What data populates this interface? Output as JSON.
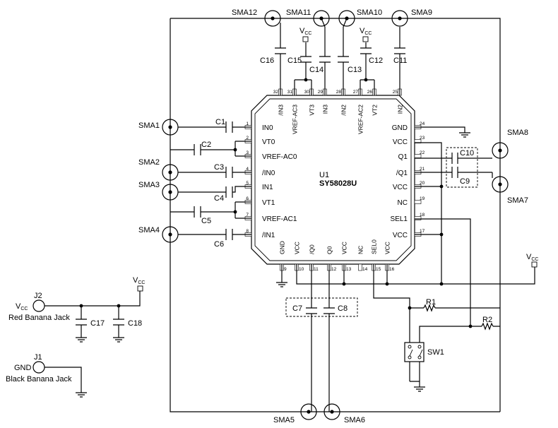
{
  "ic": {
    "ref": "U1",
    "part": "SY58028U"
  },
  "vcc_label": {
    "main": "V",
    "sub": "CC"
  },
  "left_pins": [
    {
      "num": "1",
      "name": "IN0"
    },
    {
      "num": "2",
      "name": "VT0"
    },
    {
      "num": "3",
      "name": "VREF-AC0"
    },
    {
      "num": "4",
      "name": "/IN0"
    },
    {
      "num": "5",
      "name": "IN1"
    },
    {
      "num": "6",
      "name": "VT1"
    },
    {
      "num": "7",
      "name": "VREF-AC1"
    },
    {
      "num": "8",
      "name": "/IN1"
    }
  ],
  "right_pins": [
    {
      "num": "24",
      "name": "GND"
    },
    {
      "num": "23",
      "name": "VCC"
    },
    {
      "num": "22",
      "name": "Q1"
    },
    {
      "num": "21",
      "name": "/Q1"
    },
    {
      "num": "20",
      "name": "VCC"
    },
    {
      "num": "19",
      "name": "NC"
    },
    {
      "num": "18",
      "name": "SEL1"
    },
    {
      "num": "17",
      "name": "VCC"
    }
  ],
  "top_pins": [
    {
      "num": "32",
      "name": "/IN3"
    },
    {
      "num": "31",
      "name": "VREF-AC3"
    },
    {
      "num": "30",
      "name": "VT3"
    },
    {
      "num": "29",
      "name": "IN3"
    },
    {
      "num": "28",
      "name": "/IN2"
    },
    {
      "num": "27",
      "name": "VREF-AC2"
    },
    {
      "num": "26",
      "name": "VT2"
    },
    {
      "num": "25",
      "name": "IN2"
    }
  ],
  "bottom_pins": [
    {
      "num": "9",
      "name": "GND"
    },
    {
      "num": "10",
      "name": "VCC"
    },
    {
      "num": "11",
      "name": "/Q0"
    },
    {
      "num": "12",
      "name": "Q0"
    },
    {
      "num": "13",
      "name": "VCC"
    },
    {
      "num": "14",
      "name": "NC"
    },
    {
      "num": "15",
      "name": "SEL0"
    },
    {
      "num": "16",
      "name": "VCC"
    }
  ],
  "connectors": {
    "sma1": "SMA1",
    "sma2": "SMA2",
    "sma3": "SMA3",
    "sma4": "SMA4",
    "sma5": "SMA5",
    "sma6": "SMA6",
    "sma7": "SMA7",
    "sma8": "SMA8",
    "sma9": "SMA9",
    "sma10": "SMA10",
    "sma11": "SMA11",
    "sma12": "SMA12"
  },
  "capacitors": {
    "c1": "C1",
    "c2": "C2",
    "c3": "C3",
    "c4": "C4",
    "c5": "C5",
    "c6": "C6",
    "c7": "C7",
    "c8": "C8",
    "c9": "C9",
    "c10": "C10",
    "c11": "C11",
    "c12": "C12",
    "c13": "C13",
    "c14": "C14",
    "c15": "C15",
    "c16": "C16",
    "c17": "C17",
    "c18": "C18"
  },
  "resistors": {
    "r1": "R1",
    "r2": "R2"
  },
  "switch": "SW1",
  "jacks": {
    "j2": {
      "ref": "J2",
      "net": "V",
      "net_sub": "CC",
      "desc": "Red Banana Jack"
    },
    "j1": {
      "ref": "J1",
      "net": "GND",
      "desc": "Black Banana Jack"
    }
  }
}
